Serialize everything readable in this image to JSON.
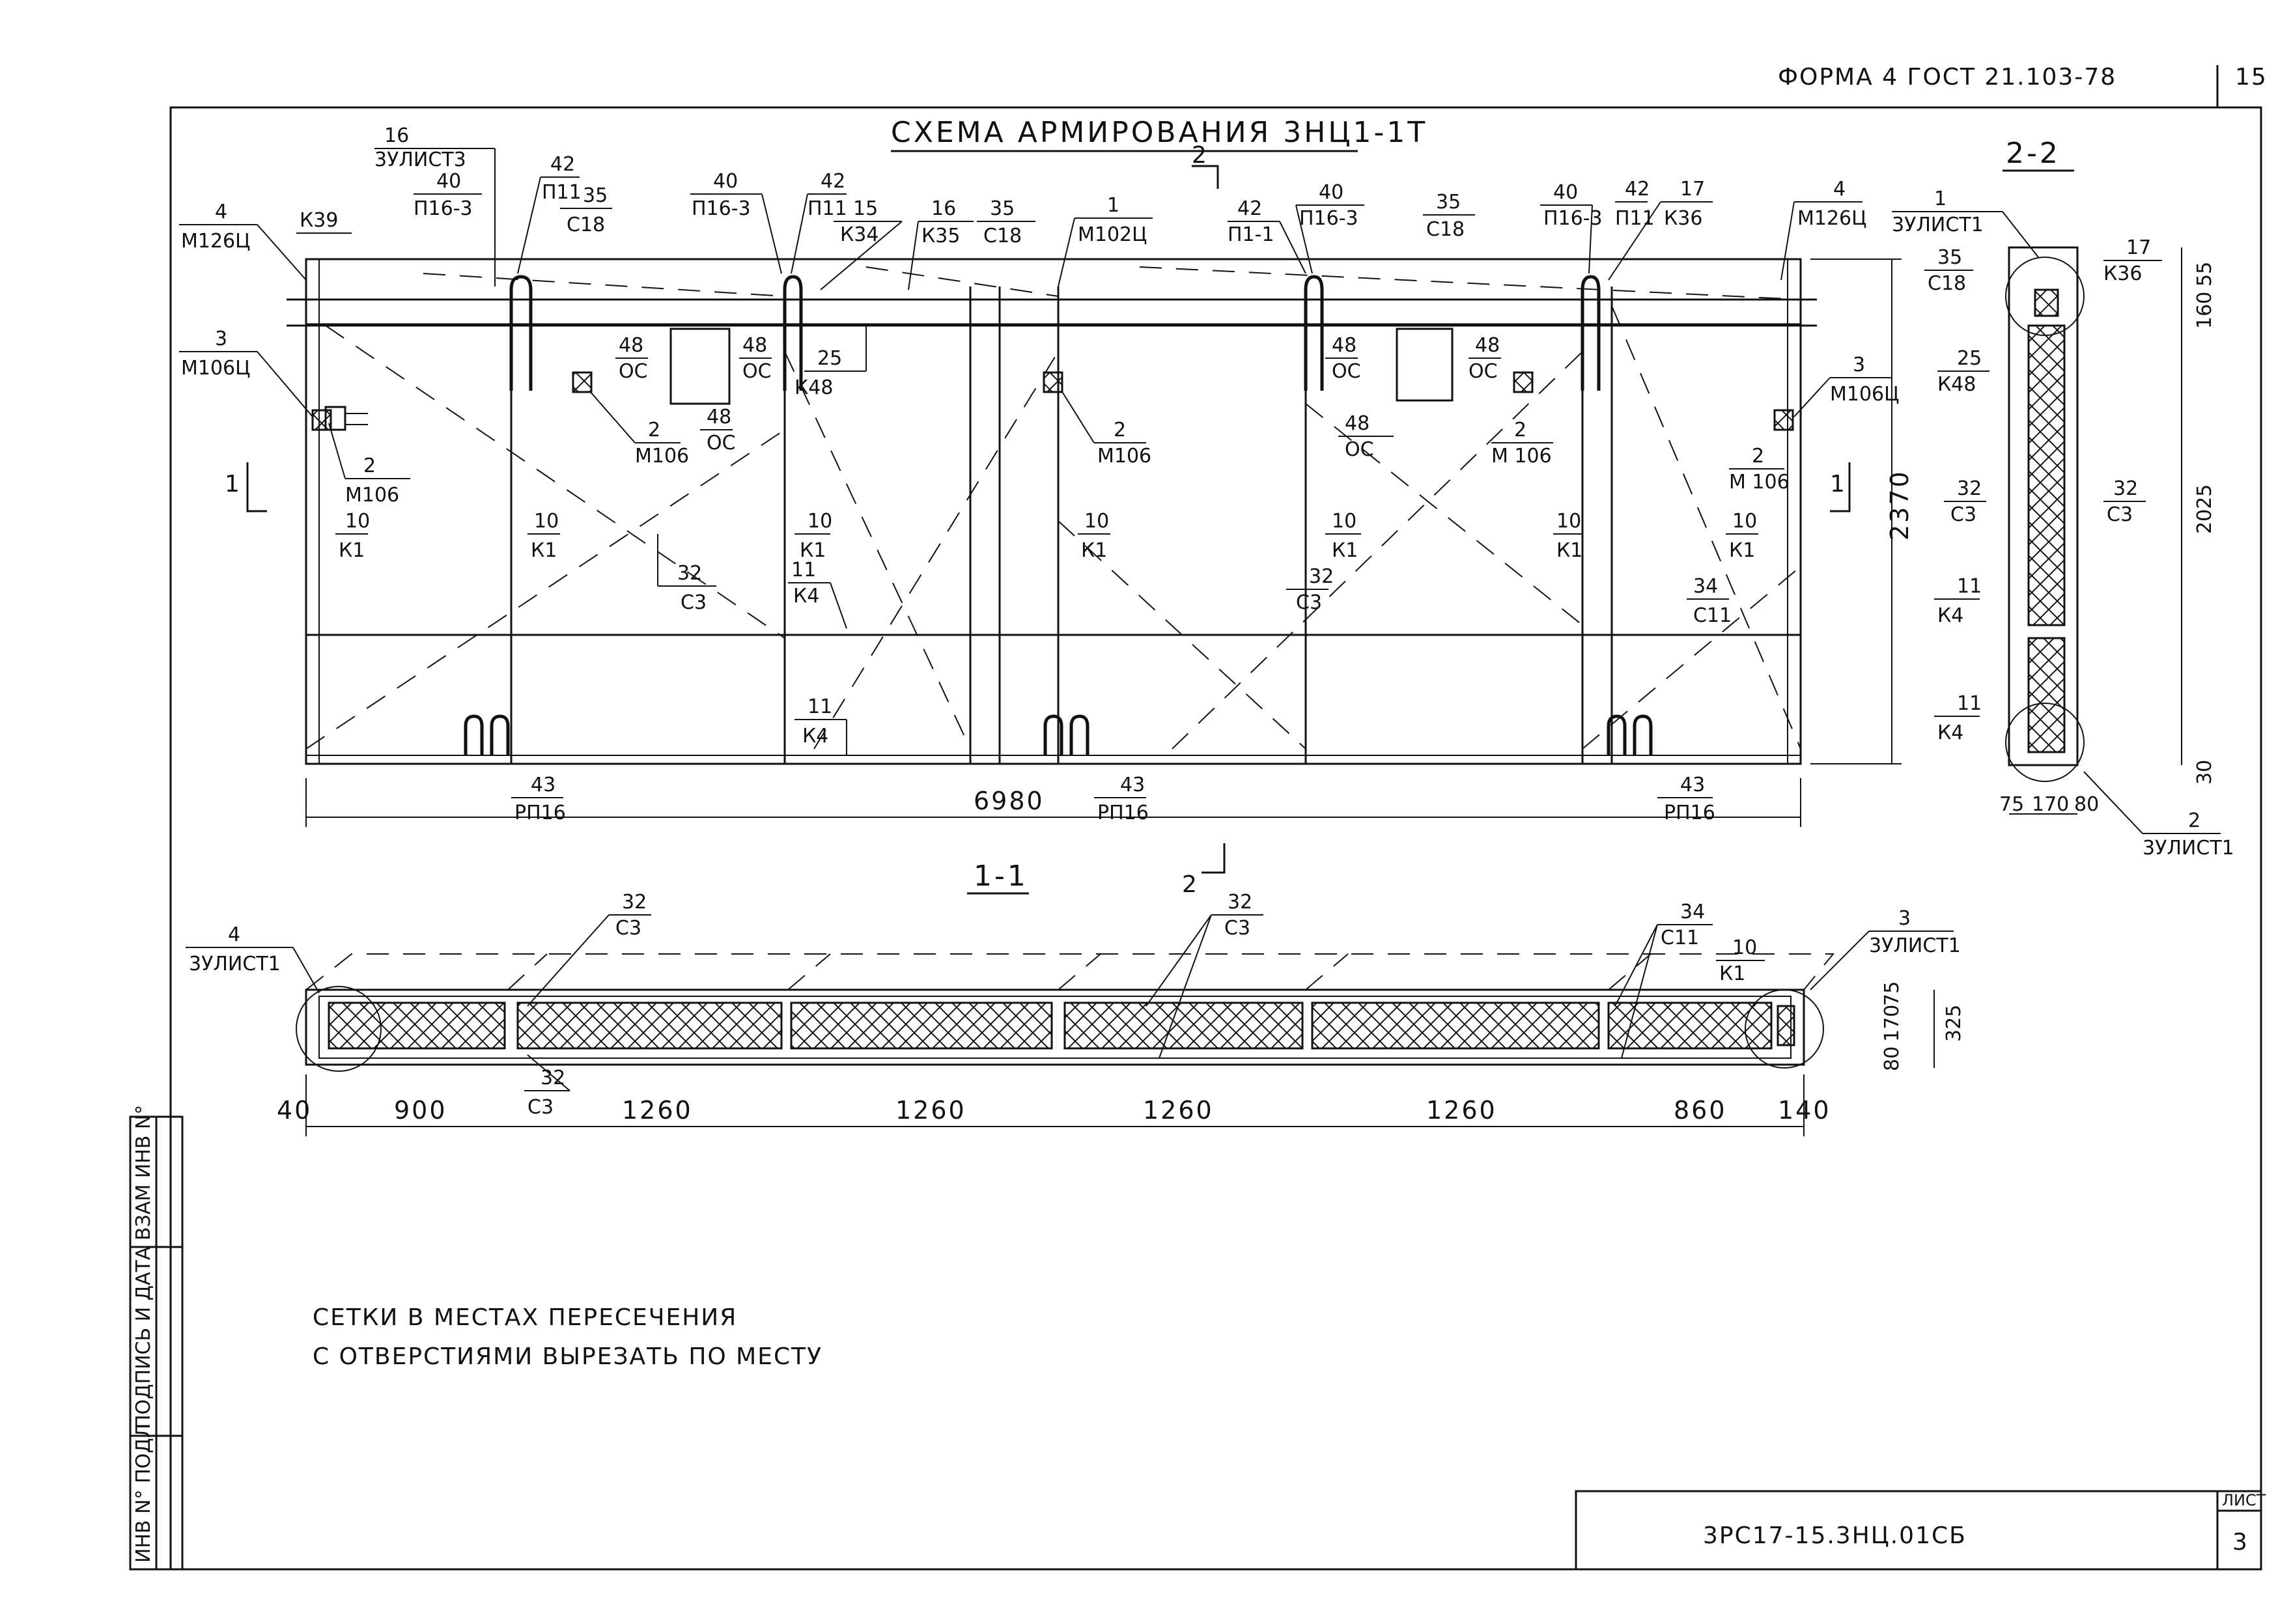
{
  "header": {
    "form_note": "ФОРМА 4 ГОСТ 21.103-78",
    "page_corner": "15"
  },
  "title": "СХЕМА АРМИРОВАНИЯ 3НЦ1-1Т",
  "sections": {
    "s11": "1-1",
    "s22": "2-2",
    "cut2": "2",
    "cut1": "1"
  },
  "callouts_elev": [
    {
      "n": "16",
      "s": "3УЛИСТ3"
    },
    {
      "n": "4",
      "s": "М126Ц"
    },
    {
      "n": "40",
      "s": "П16-3"
    },
    {
      "n": "42",
      "s": "П11"
    },
    {
      "n": "35",
      "s": "С18"
    },
    {
      "n": "3",
      "s": "М106Ц"
    },
    {
      "n": "40",
      "s": "П16-3"
    },
    {
      "n": "42",
      "s": "П11"
    },
    {
      "n": "15",
      "s": "К34"
    },
    {
      "n": "16",
      "s": "К35"
    },
    {
      "n": "35",
      "s": "С18"
    },
    {
      "n": "1",
      "s": "М102Ц"
    },
    {
      "n": "42",
      "s": "П1-1"
    },
    {
      "n": "40",
      "s": "П16-3"
    },
    {
      "n": "35",
      "s": "С18"
    },
    {
      "n": "40",
      "s": "П16-3"
    },
    {
      "n": "42",
      "s": "П11"
    },
    {
      "n": "17",
      "s": "К36"
    },
    {
      "n": "4",
      "s": "М126Ц"
    },
    {
      "n": "3",
      "s": "М106Ц"
    }
  ],
  "labels_misc": {
    "k39": "К39",
    "m106": "М106",
    "m106_b": "М106",
    "m106_c": "М106",
    "m106_d": "М 106",
    "m106_e": "М 106",
    "two": "2",
    "os": "ОС",
    "n48": "48",
    "n25": "25",
    "k48": "К48",
    "n10": "10",
    "k1": "К1",
    "n11": "11",
    "k4": "К4",
    "n32": "32",
    "c3": "С3",
    "n34": "34",
    "c11": "С11",
    "n43": "43",
    "rp16": "РП16",
    "dim_len": "6980",
    "dim_h": "2370"
  },
  "section22": {
    "top_ref": {
      "n": "1",
      "s": "3УЛИСТ1"
    },
    "bot_ref": {
      "n": "2",
      "s": "3УЛИСТ1"
    },
    "c35": {
      "n": "35",
      "s": "С18"
    },
    "c17": {
      "n": "17",
      "s": "К36"
    },
    "c25": {
      "n": "25",
      "s": "К48"
    },
    "c32a": {
      "n": "32",
      "s": "С3"
    },
    "c32b": {
      "n": "32",
      "s": "С3"
    },
    "c11a": {
      "n": "11",
      "s": "К4"
    },
    "c11b": {
      "n": "11",
      "s": "К4"
    },
    "dims": {
      "d160": "160",
      "d55": "55",
      "d2025": "2025",
      "d30": "30",
      "d75": "75",
      "d170": "170",
      "d80": "80"
    }
  },
  "section11": {
    "ref_left": {
      "n": "4",
      "s": "3УЛИСТ1"
    },
    "ref_right": {
      "n": "3",
      "s": "3УЛИСТ1"
    },
    "c32a": {
      "n": "32",
      "s": "С3"
    },
    "c32b": {
      "n": "32",
      "s": "С3"
    },
    "c32c": {
      "n": "32",
      "s": "С3"
    },
    "c34": {
      "n": "34",
      "s": "С11"
    },
    "c10": {
      "n": "10",
      "s": "К1"
    },
    "dims_bottom": [
      "40",
      "900",
      "1260",
      "1260",
      "1260",
      "1260",
      "860",
      "140"
    ],
    "dims_right": {
      "d75": "75",
      "d170": "170",
      "d80": "80",
      "d325": "325"
    }
  },
  "note_lines": [
    "СЕТКИ В МЕСТАХ ПЕРЕСЕЧЕНИЯ",
    "С ОТВЕРСТИЯМИ ВЫРЕЗАТЬ ПО МЕСТУ"
  ],
  "side_stamp": [
    "ИНВ N° ПОДЛ",
    "ПОДПИСЬ И ДАТА",
    "ВЗАМ ИНВ N°"
  ],
  "title_block": {
    "code": "3РС17-15.3НЦ.01СБ",
    "sheet_label": "ЛИСТ",
    "sheet_no": "3"
  }
}
